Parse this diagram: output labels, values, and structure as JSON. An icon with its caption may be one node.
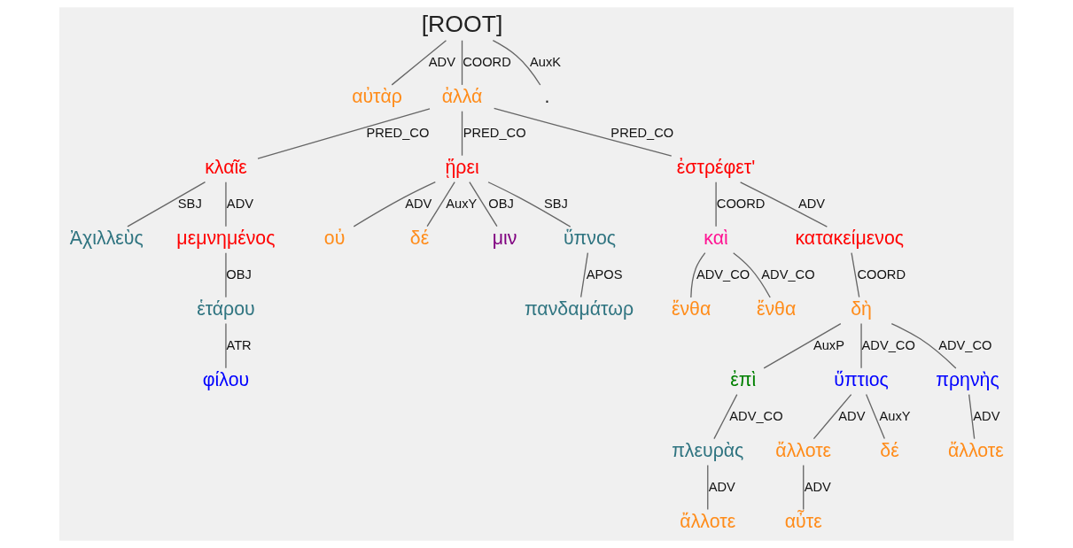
{
  "diagram": {
    "nodes": [
      {
        "text": [
          "[ROOT]"
        ]
      },
      {
        "text": [
          "αὐτὰρ"
        ]
      },
      {
        "text": [
          "ἀλλά"
        ]
      },
      {
        "text": [
          "."
        ]
      },
      {
        "text": [
          "κλαῖε"
        ]
      },
      {
        "text": [
          "ᾕρει"
        ]
      },
      {
        "text": [
          "ἐστρέφετ'"
        ]
      },
      {
        "text": [
          "Ἀχιλλεὺς"
        ]
      },
      {
        "text": [
          "μεμνημένος"
        ]
      },
      {
        "text": [
          "οὐ"
        ]
      },
      {
        "text": [
          "δέ"
        ]
      },
      {
        "text": [
          "μιν"
        ]
      },
      {
        "text": [
          "ὕπνος"
        ]
      },
      {
        "text": [
          "καὶ"
        ]
      },
      {
        "text": [
          "κατακείμενος"
        ]
      },
      {
        "text": [
          "ἑτάρου"
        ]
      },
      {
        "text": [
          "πανδαμάτωρ"
        ]
      },
      {
        "text": [
          "ἔνθα"
        ]
      },
      {
        "text": [
          "ἔνθα"
        ]
      },
      {
        "text": [
          "δὴ"
        ]
      },
      {
        "text": [
          "φίλου"
        ]
      },
      {
        "text": [
          "ἐπὶ"
        ]
      },
      {
        "text": [
          "ὕπτιος"
        ]
      },
      {
        "text": [
          "πρηνὴς"
        ]
      },
      {
        "text": [
          "πλευρὰς"
        ]
      },
      {
        "text": [
          "ἄλλοτε"
        ]
      },
      {
        "text": [
          "δέ"
        ]
      },
      {
        "text": [
          "ἄλλοτε"
        ]
      },
      {
        "text": [
          "ἄλλοτε"
        ]
      },
      {
        "text": [
          "αὖτε"
        ]
      }
    ],
    "edges": [
      {
        "from": 0,
        "to": 1,
        "arrow": "none",
        "label": "ADV"
      },
      {
        "from": 0,
        "to": 2,
        "arrow": "none",
        "label": "COORD"
      },
      {
        "from": 0,
        "to": 3,
        "arrow": "none",
        "label": "AuxK"
      },
      {
        "from": 2,
        "to": 4,
        "arrow": "none",
        "label": "PRED_CO"
      },
      {
        "from": 2,
        "to": 5,
        "arrow": "none",
        "label": "PRED_CO"
      },
      {
        "from": 2,
        "to": 6,
        "arrow": "none",
        "label": "PRED_CO"
      },
      {
        "from": 4,
        "to": 7,
        "arrow": "none",
        "label": "SBJ"
      },
      {
        "from": 4,
        "to": 8,
        "arrow": "none",
        "label": "ADV"
      },
      {
        "from": 5,
        "to": 9,
        "arrow": "none",
        "label": "ADV"
      },
      {
        "from": 5,
        "to": 10,
        "arrow": "none",
        "label": "AuxY"
      },
      {
        "from": 5,
        "to": 11,
        "arrow": "none",
        "label": "OBJ"
      },
      {
        "from": 5,
        "to": 12,
        "arrow": "none",
        "label": "SBJ"
      },
      {
        "from": 6,
        "to": 13,
        "arrow": "none",
        "label": "COORD"
      },
      {
        "from": 6,
        "to": 14,
        "arrow": "none",
        "label": "ADV"
      },
      {
        "from": 8,
        "to": 15,
        "arrow": "none",
        "label": "OBJ"
      },
      {
        "from": 12,
        "to": 16,
        "arrow": "none",
        "label": "APOS"
      },
      {
        "from": 13,
        "to": 17,
        "arrow": "none",
        "label": "ADV_CO"
      },
      {
        "from": 13,
        "to": 18,
        "arrow": "none",
        "label": "ADV_CO"
      },
      {
        "from": 14,
        "to": 19,
        "arrow": "none",
        "label": "COORD"
      },
      {
        "from": 15,
        "to": 20,
        "arrow": "none",
        "label": "ATR"
      },
      {
        "from": 19,
        "to": 21,
        "arrow": "none",
        "label": "AuxP"
      },
      {
        "from": 19,
        "to": 22,
        "arrow": "none",
        "label": "ADV_CO"
      },
      {
        "from": 19,
        "to": 23,
        "arrow": "none",
        "label": "ADV_CO"
      },
      {
        "from": 21,
        "to": 24,
        "arrow": "none",
        "label": "ADV_CO"
      },
      {
        "from": 22,
        "to": 25,
        "arrow": "none",
        "label": "ADV"
      },
      {
        "from": 22,
        "to": 26,
        "arrow": "none",
        "label": "AuxY"
      },
      {
        "from": 23,
        "to": 27,
        "arrow": "none",
        "label": "ADV"
      },
      {
        "from": 24,
        "to": 28,
        "arrow": "none",
        "label": "ADV"
      },
      {
        "from": 25,
        "to": 29,
        "arrow": "none",
        "label": "ADV"
      }
    ]
  }
}
